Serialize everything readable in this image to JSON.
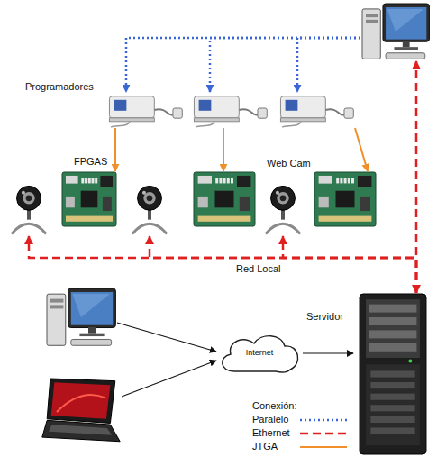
{
  "diagram": {
    "nodes": [
      {
        "text": []
      },
      {
        "text": [
          "Programadores"
        ]
      },
      {
        "text": []
      },
      {
        "text": []
      },
      {
        "text": []
      },
      {
        "text": [
          "FPGAS"
        ]
      },
      {
        "text": []
      },
      {
        "text": []
      },
      {
        "text": [
          "Web Cam"
        ]
      },
      {
        "text": []
      },
      {
        "text": []
      },
      {
        "text": [
          "Servidor"
        ]
      },
      {
        "text": [
          "Internet"
        ]
      },
      {
        "text": []
      }
    ],
    "edges": [
      {
        "from": 0,
        "to": 1,
        "arrow": "to"
      },
      {
        "from": 0,
        "to": 2,
        "arrow": "to"
      },
      {
        "from": 0,
        "to": 3,
        "arrow": "to"
      },
      {
        "from": 1,
        "to": 5,
        "arrow": "to"
      },
      {
        "from": 2,
        "to": 7,
        "arrow": "to"
      },
      {
        "from": 3,
        "to": 9,
        "arrow": "to"
      },
      {
        "from": 11,
        "to": 4,
        "arrow": "to"
      },
      {
        "from": 11,
        "to": 6,
        "arrow": "to"
      },
      {
        "from": 11,
        "to": 8,
        "arrow": "to"
      },
      {
        "from": 11,
        "to": 0,
        "arrow": "both"
      },
      {
        "from": 10,
        "to": 12,
        "arrow": "to"
      },
      {
        "from": 13,
        "to": 12,
        "arrow": "to"
      },
      {
        "from": 12,
        "to": 11,
        "arrow": "to"
      }
    ],
    "labels": [
      "Red Local",
      "Conexión:"
    ],
    "legend": [
      {
        "text": "Paralelo"
      },
      {
        "text": "Ethernet"
      },
      {
        "text": "JTGA"
      }
    ]
  }
}
